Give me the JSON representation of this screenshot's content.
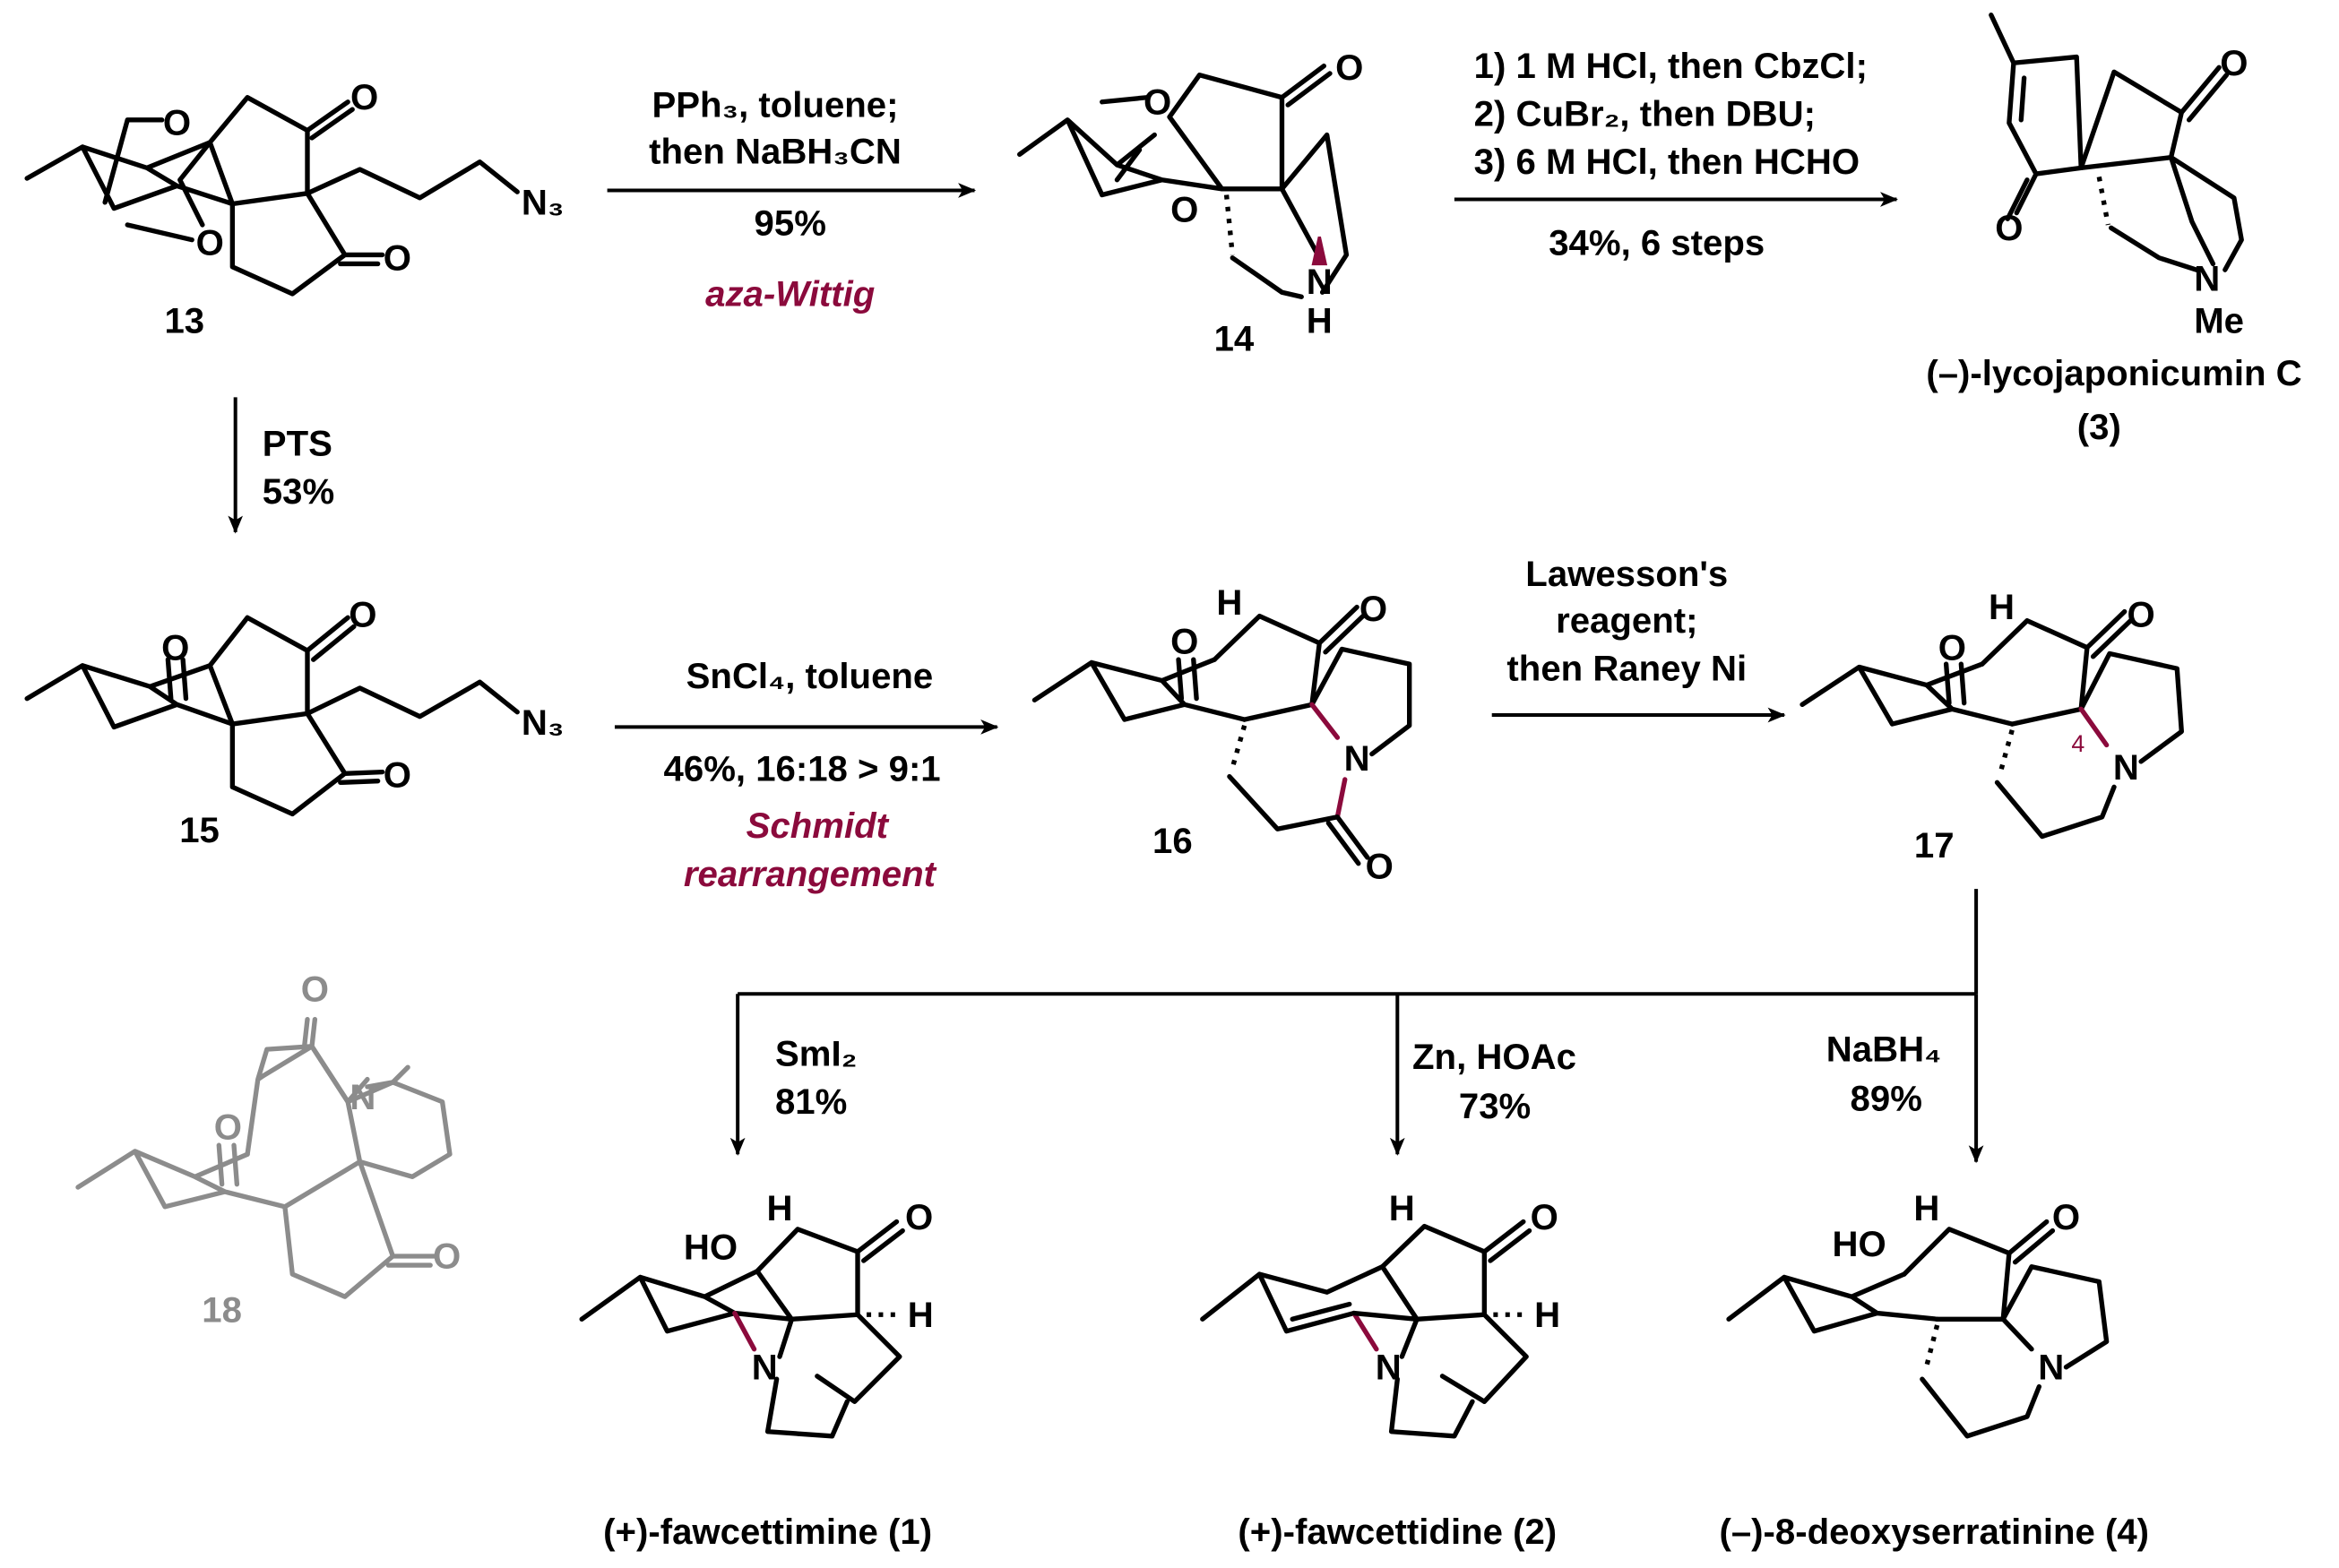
{
  "colors": {
    "accent": "#8b0a3c",
    "ghost": "#8c8c8c",
    "ink": "#000000"
  },
  "compounds": {
    "c13": {
      "number": "13",
      "atoms": [
        "O",
        "O",
        "O",
        "O",
        "N₃"
      ]
    },
    "c14": {
      "number": "14",
      "atoms": [
        "O",
        "O",
        "O",
        "N",
        "H"
      ]
    },
    "c3": {
      "name": "(–)-lycojaponicumin C",
      "number": "(3)",
      "atoms": [
        "O",
        "O",
        "N",
        "Me"
      ]
    },
    "c15": {
      "number": "15",
      "atoms": [
        "O",
        "O",
        "O",
        "N₃"
      ]
    },
    "c16": {
      "number": "16",
      "atoms": [
        "H",
        "O",
        "O",
        "N",
        "O"
      ]
    },
    "c17": {
      "number": "17",
      "atoms": [
        "H",
        "O",
        "O",
        "N",
        "4"
      ]
    },
    "c18": {
      "number": "18",
      "atoms": [
        "O",
        "N",
        "O",
        "O"
      ]
    },
    "c1": {
      "name": "(+)-fawcettimine (1)",
      "atoms": [
        "HO",
        "H",
        "O",
        "H",
        "N"
      ]
    },
    "c2": {
      "name": "(+)-fawcettidine (2)",
      "atoms": [
        "H",
        "O",
        "H",
        "N"
      ]
    },
    "c4": {
      "name": "(–)-8-deoxyserratinine (4)",
      "atoms": [
        "HO",
        "H",
        "O",
        "N"
      ]
    }
  },
  "steps": {
    "s13_14": {
      "line1": "PPh₃, toluene;",
      "line2": "then NaBH₃CN",
      "yield": "95%",
      "reaction": "aza-Wittig"
    },
    "s14_3": {
      "line1": "1) 1 M HCl, then CbzCl;",
      "line2": "2) CuBr₂, then DBU;",
      "line3": "3) 6 M HCl, then HCHO",
      "yield": "34%, 6 steps"
    },
    "s13_15": {
      "reagent": "PTS",
      "yield": "53%"
    },
    "s15_16": {
      "reagent": "SnCl₄, toluene",
      "yield": "46%, 16:18 > 9:1",
      "reaction1": "Schmidt",
      "reaction2": "rearrangement"
    },
    "s16_17": {
      "line1": "Lawesson's",
      "line2": "reagent;",
      "line3": "then Raney Ni"
    },
    "s17_1": {
      "reagent": "SmI₂",
      "yield": "81%"
    },
    "s17_2": {
      "reagent": "Zn, HOAc",
      "yield": "73%"
    },
    "s17_4": {
      "reagent": "NaBH₄",
      "yield": "89%"
    }
  }
}
